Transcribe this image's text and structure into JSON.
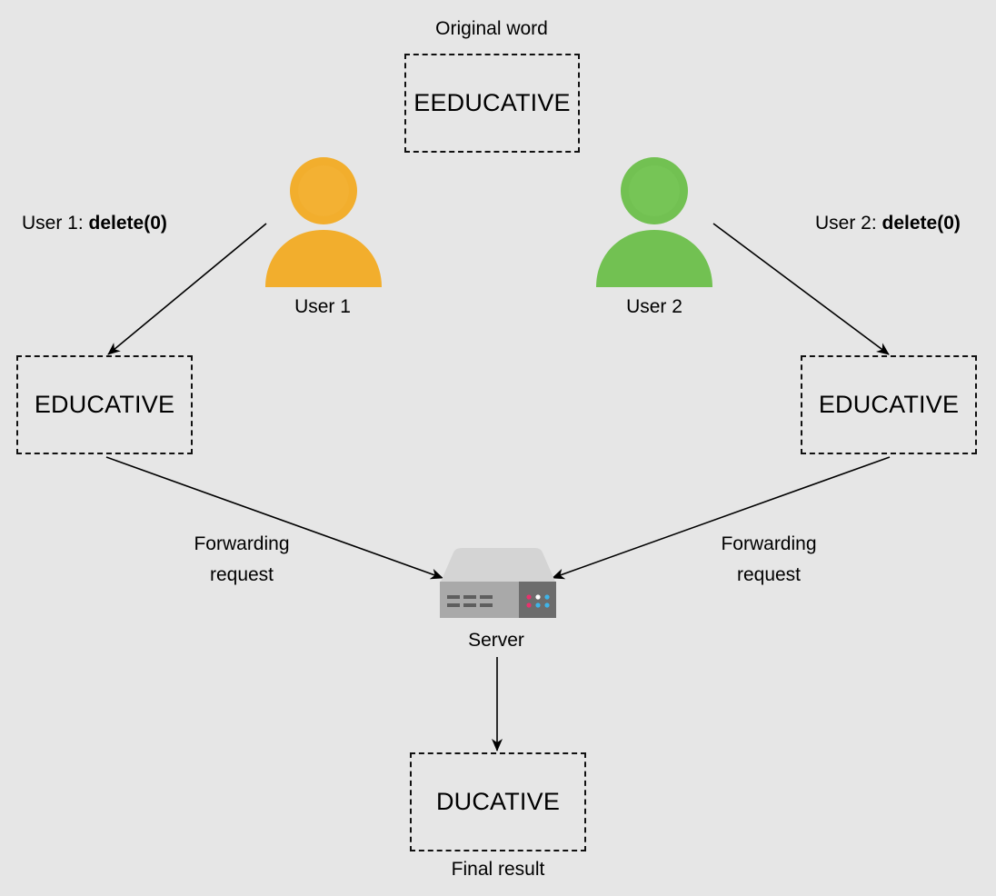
{
  "original": {
    "caption": "Original word",
    "word": "EEDUCATIVE"
  },
  "user1": {
    "name": "User 1",
    "op_prefix": "User 1: ",
    "op_call": "delete(0)",
    "result": "EDUCATIVE",
    "color": "#f2ae2d",
    "icon": "user-icon"
  },
  "user2": {
    "name": "User 2",
    "op_prefix": "User 2: ",
    "op_call": "delete(0)",
    "result": "EDUCATIVE",
    "color": "#72c152",
    "icon": "user-icon"
  },
  "forward_left": {
    "line1": "Forwarding",
    "line2": "request"
  },
  "forward_right": {
    "line1": "Forwarding",
    "line2": "request"
  },
  "server": {
    "label": "Server",
    "icon": "server-icon"
  },
  "final": {
    "word": "DUCATIVE",
    "caption": "Final result"
  }
}
